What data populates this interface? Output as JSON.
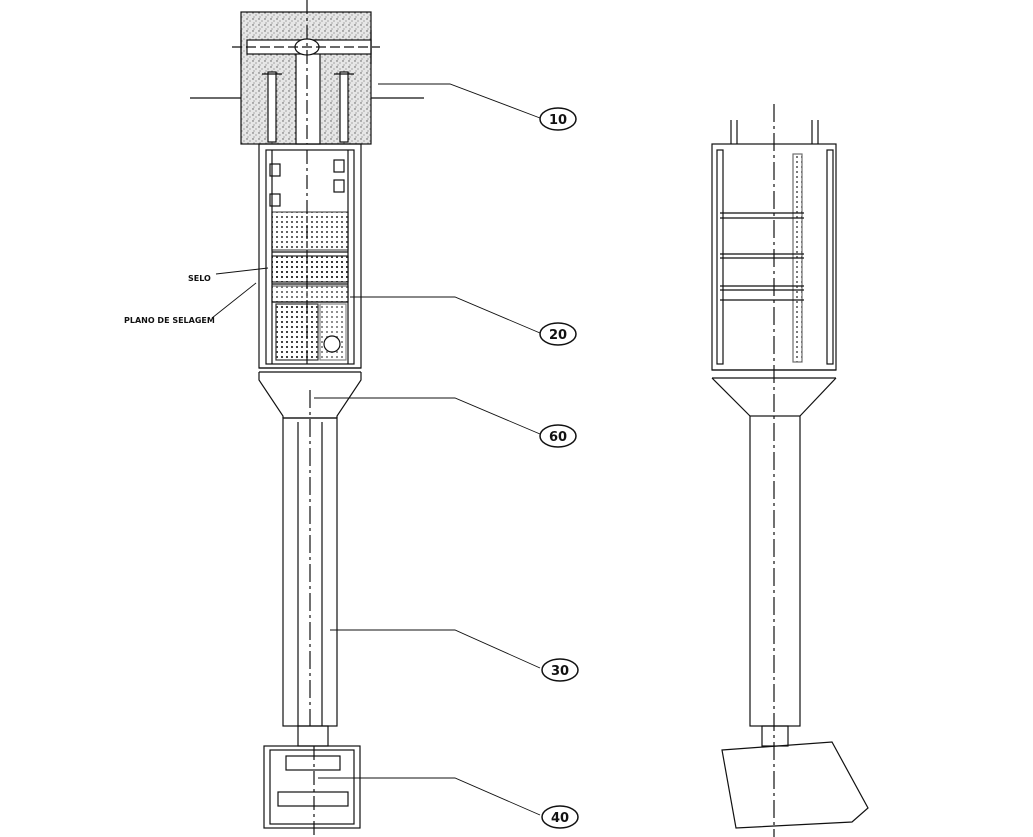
{
  "callouts": {
    "c10": "10",
    "c20": "20",
    "c60": "60",
    "c30": "30",
    "c40": "40"
  },
  "labels": {
    "selo": "SELO",
    "plano": "PLANO DE SELAGEM"
  },
  "colors": {
    "ink": "#111111",
    "concrete_fill": "#d9d9d9",
    "paper": "#ffffff"
  }
}
